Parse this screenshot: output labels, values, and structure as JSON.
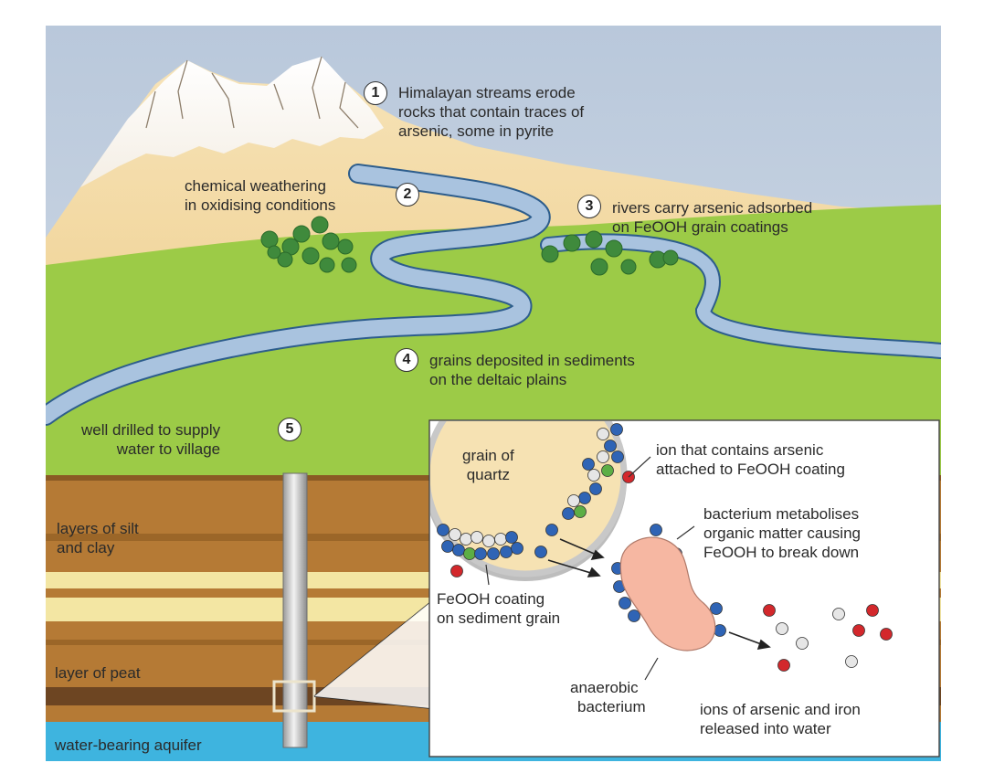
{
  "steps": [
    {
      "number": "1",
      "lines": [
        "Himalayan streams erode",
        "rocks that contain traces of",
        "arsenic, some in pyrite"
      ]
    },
    {
      "number": "2",
      "lines": [
        "chemical weathering",
        "in oxidising conditions"
      ]
    },
    {
      "number": "3",
      "lines": [
        "rivers carry arsenic adsorbed",
        "on FeOOH grain coatings"
      ]
    },
    {
      "number": "4",
      "lines": [
        "grains deposited in sediments",
        "on the deltaic plains"
      ]
    },
    {
      "number": "5",
      "lines": [
        "well drilled to supply",
        "water to village"
      ]
    }
  ],
  "strata_labels": {
    "silt_clay": [
      "layers of silt",
      "and clay"
    ],
    "peat": "layer of peat",
    "aquifer": "water-bearing aquifer"
  },
  "inset": {
    "grain": [
      "grain of",
      "quartz"
    ],
    "arsenic_ion": [
      "ion that contains arsenic",
      "attached to FeOOH coating"
    ],
    "bacterium_action": [
      "bacterium metabolises",
      "organic matter causing",
      "FeOOH to break down"
    ],
    "coating": [
      "FeOOH coating",
      "on sediment grain"
    ],
    "bacterium": [
      "anaerobic",
      "bacterium"
    ],
    "released": [
      "ions of arsenic and iron",
      "released into water"
    ]
  },
  "colors": {
    "sky": "#c9d6e4",
    "mountain_sand": "#f0d394",
    "grass": "#9ccb47",
    "river": "#a9c3df",
    "soil": "#b57a35",
    "cream_band": "#f3e6a3",
    "peat": "#6d4522",
    "aquifer": "#3eb4df",
    "fe_ion": "#2f64b5",
    "arsenic_ion": "#d3282c",
    "green_ion": "#5cae45",
    "bacterium": "#f6b7a2"
  }
}
